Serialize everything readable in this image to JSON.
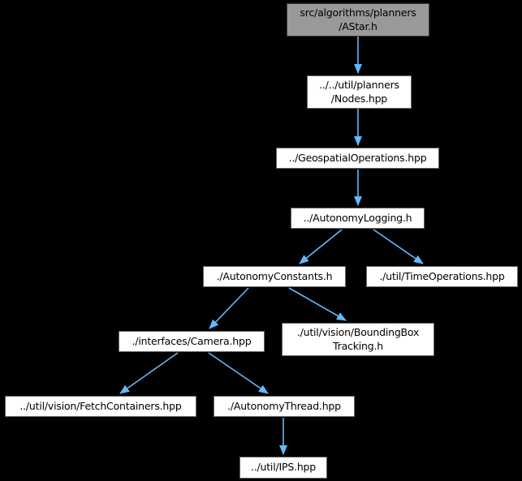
{
  "diagram": {
    "kind": "include-dependency-graph",
    "background_color": "#000000",
    "edge_color": "#63b8ff",
    "main_node_style": {
      "fill": "#999999",
      "border": "#3d3d3d",
      "text_color": "#000000"
    },
    "node_style": {
      "fill": "#ffffff",
      "border": "#666666",
      "text_color": "#000000"
    },
    "nodes": [
      {
        "id": "astar",
        "label": "src/algorithms/planners\n/AStar.h",
        "type": "main"
      },
      {
        "id": "nodes",
        "label": "../../util/planners\n/Nodes.hpp",
        "type": "include"
      },
      {
        "id": "geospatial",
        "label": "../GeospatialOperations.hpp",
        "type": "include"
      },
      {
        "id": "logging",
        "label": "../AutonomyLogging.h",
        "type": "include"
      },
      {
        "id": "constants",
        "label": "./AutonomyConstants.h",
        "type": "include"
      },
      {
        "id": "timeoperations",
        "label": "./util/TimeOperations.hpp",
        "type": "include"
      },
      {
        "id": "camera",
        "label": "./interfaces/Camera.hpp",
        "type": "include"
      },
      {
        "id": "bboxtracking",
        "label": "./util/vision/BoundingBox\nTracking.h",
        "type": "include"
      },
      {
        "id": "fetchcontainers",
        "label": "../util/vision/FetchContainers.hpp",
        "type": "include"
      },
      {
        "id": "autonomythread",
        "label": "./AutonomyThread.hpp",
        "type": "include"
      },
      {
        "id": "ips",
        "label": "../util/IPS.hpp",
        "type": "include"
      }
    ],
    "edges": [
      {
        "from": "astar",
        "to": "nodes"
      },
      {
        "from": "nodes",
        "to": "geospatial"
      },
      {
        "from": "geospatial",
        "to": "logging"
      },
      {
        "from": "logging",
        "to": "constants"
      },
      {
        "from": "logging",
        "to": "timeoperations"
      },
      {
        "from": "constants",
        "to": "camera"
      },
      {
        "from": "constants",
        "to": "bboxtracking"
      },
      {
        "from": "camera",
        "to": "fetchcontainers"
      },
      {
        "from": "camera",
        "to": "autonomythread"
      },
      {
        "from": "autonomythread",
        "to": "ips"
      }
    ]
  }
}
